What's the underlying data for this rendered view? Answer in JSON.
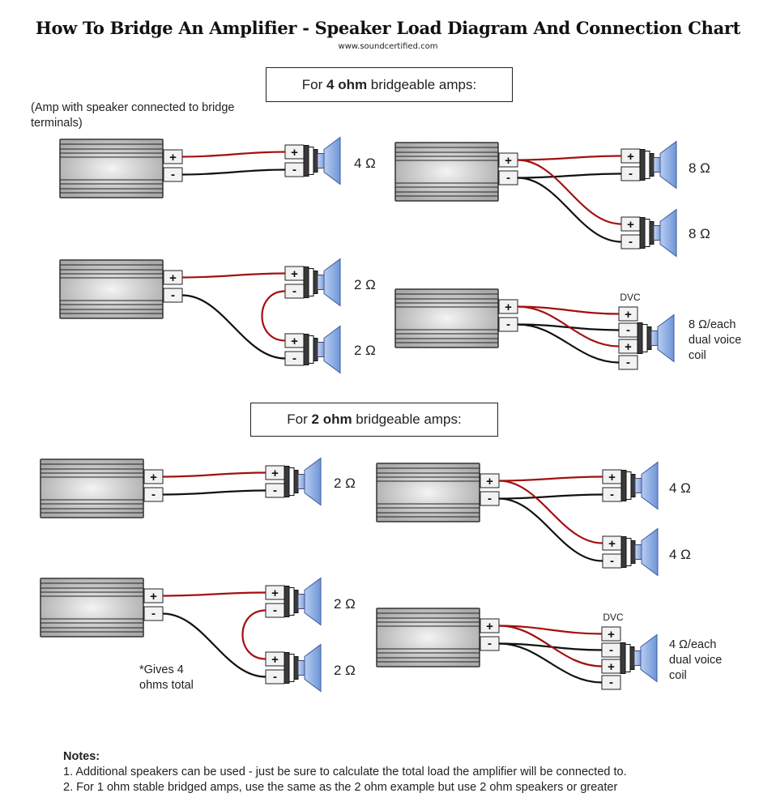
{
  "header": {
    "title": "How To Bridge An Amplifier - Speaker Load Diagram And Connection Chart",
    "website": "www.soundcertified.com"
  },
  "colors": {
    "positive_wire": "#a31010",
    "negative_wire": "#111111",
    "speaker_cone": "#8fb1e6",
    "amp_body": "#c8c8c8"
  },
  "sections": [
    {
      "prefix": "For ",
      "bold": "4 ohm",
      "suffix": " bridgeable amps:"
    },
    {
      "prefix": "For ",
      "bold": "2 ohm",
      "suffix": " bridgeable amps:"
    }
  ],
  "caption": "(Amp with speaker connected to bridge terminals)",
  "terminal_symbols": {
    "positive": "+",
    "negative": "-"
  },
  "dvc_label": "DVC",
  "diagrams": [
    {
      "id": "4ohm-single",
      "type": "single",
      "loads": [
        "4 Ω"
      ]
    },
    {
      "id": "4ohm-parallel",
      "type": "parallel",
      "loads": [
        "8 Ω",
        "8 Ω"
      ]
    },
    {
      "id": "4ohm-series",
      "type": "series",
      "loads": [
        "2 Ω",
        "2 Ω"
      ]
    },
    {
      "id": "4ohm-dvc",
      "type": "dvc",
      "loads": [
        "8 Ω/each",
        "dual voice",
        "coil"
      ]
    },
    {
      "id": "2ohm-single",
      "type": "single",
      "loads": [
        "2 Ω"
      ]
    },
    {
      "id": "2ohm-parallel",
      "type": "parallel",
      "loads": [
        "4 Ω",
        "4 Ω"
      ]
    },
    {
      "id": "2ohm-series",
      "type": "series",
      "loads": [
        "2 Ω",
        "2 Ω"
      ]
    },
    {
      "id": "2ohm-dvc",
      "type": "dvc",
      "loads": [
        "4 Ω/each",
        "dual voice",
        "coil"
      ]
    }
  ],
  "series_note": [
    "*Gives 4",
    "ohms total"
  ],
  "notes": {
    "heading": "Notes:",
    "items": [
      "1. Additional speakers can be used - just be sure to calculate the total load the amplifier will be connected to.",
      "2. For 1 ohm stable bridged amps, use the same as the 2 ohm example but use 2 ohm speakers or greater"
    ]
  }
}
